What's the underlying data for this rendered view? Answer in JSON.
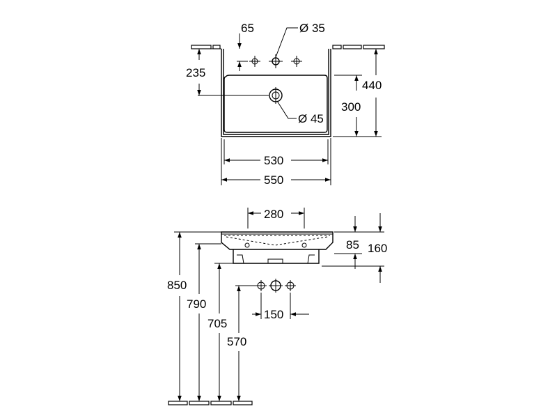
{
  "top_view": {
    "dim_hole_offset": "65",
    "dim_tap_hole": "Ø 35",
    "dim_tap_depth": "235",
    "dim_overall_depth": "440",
    "dim_basin_depth": "300",
    "dim_drain": "Ø 45",
    "dim_inner_width": "530",
    "dim_outer_width": "550"
  },
  "side_view": {
    "dim_waste_spacing": "280",
    "dim_rim_height": "85",
    "dim_total_height": "160",
    "dim_tap_spacing": "150",
    "dim_rim_from_floor": "850",
    "dim_underside_from_floor": "790",
    "dim_waste_from_floor": "705",
    "dim_supply_from_floor": "570"
  }
}
